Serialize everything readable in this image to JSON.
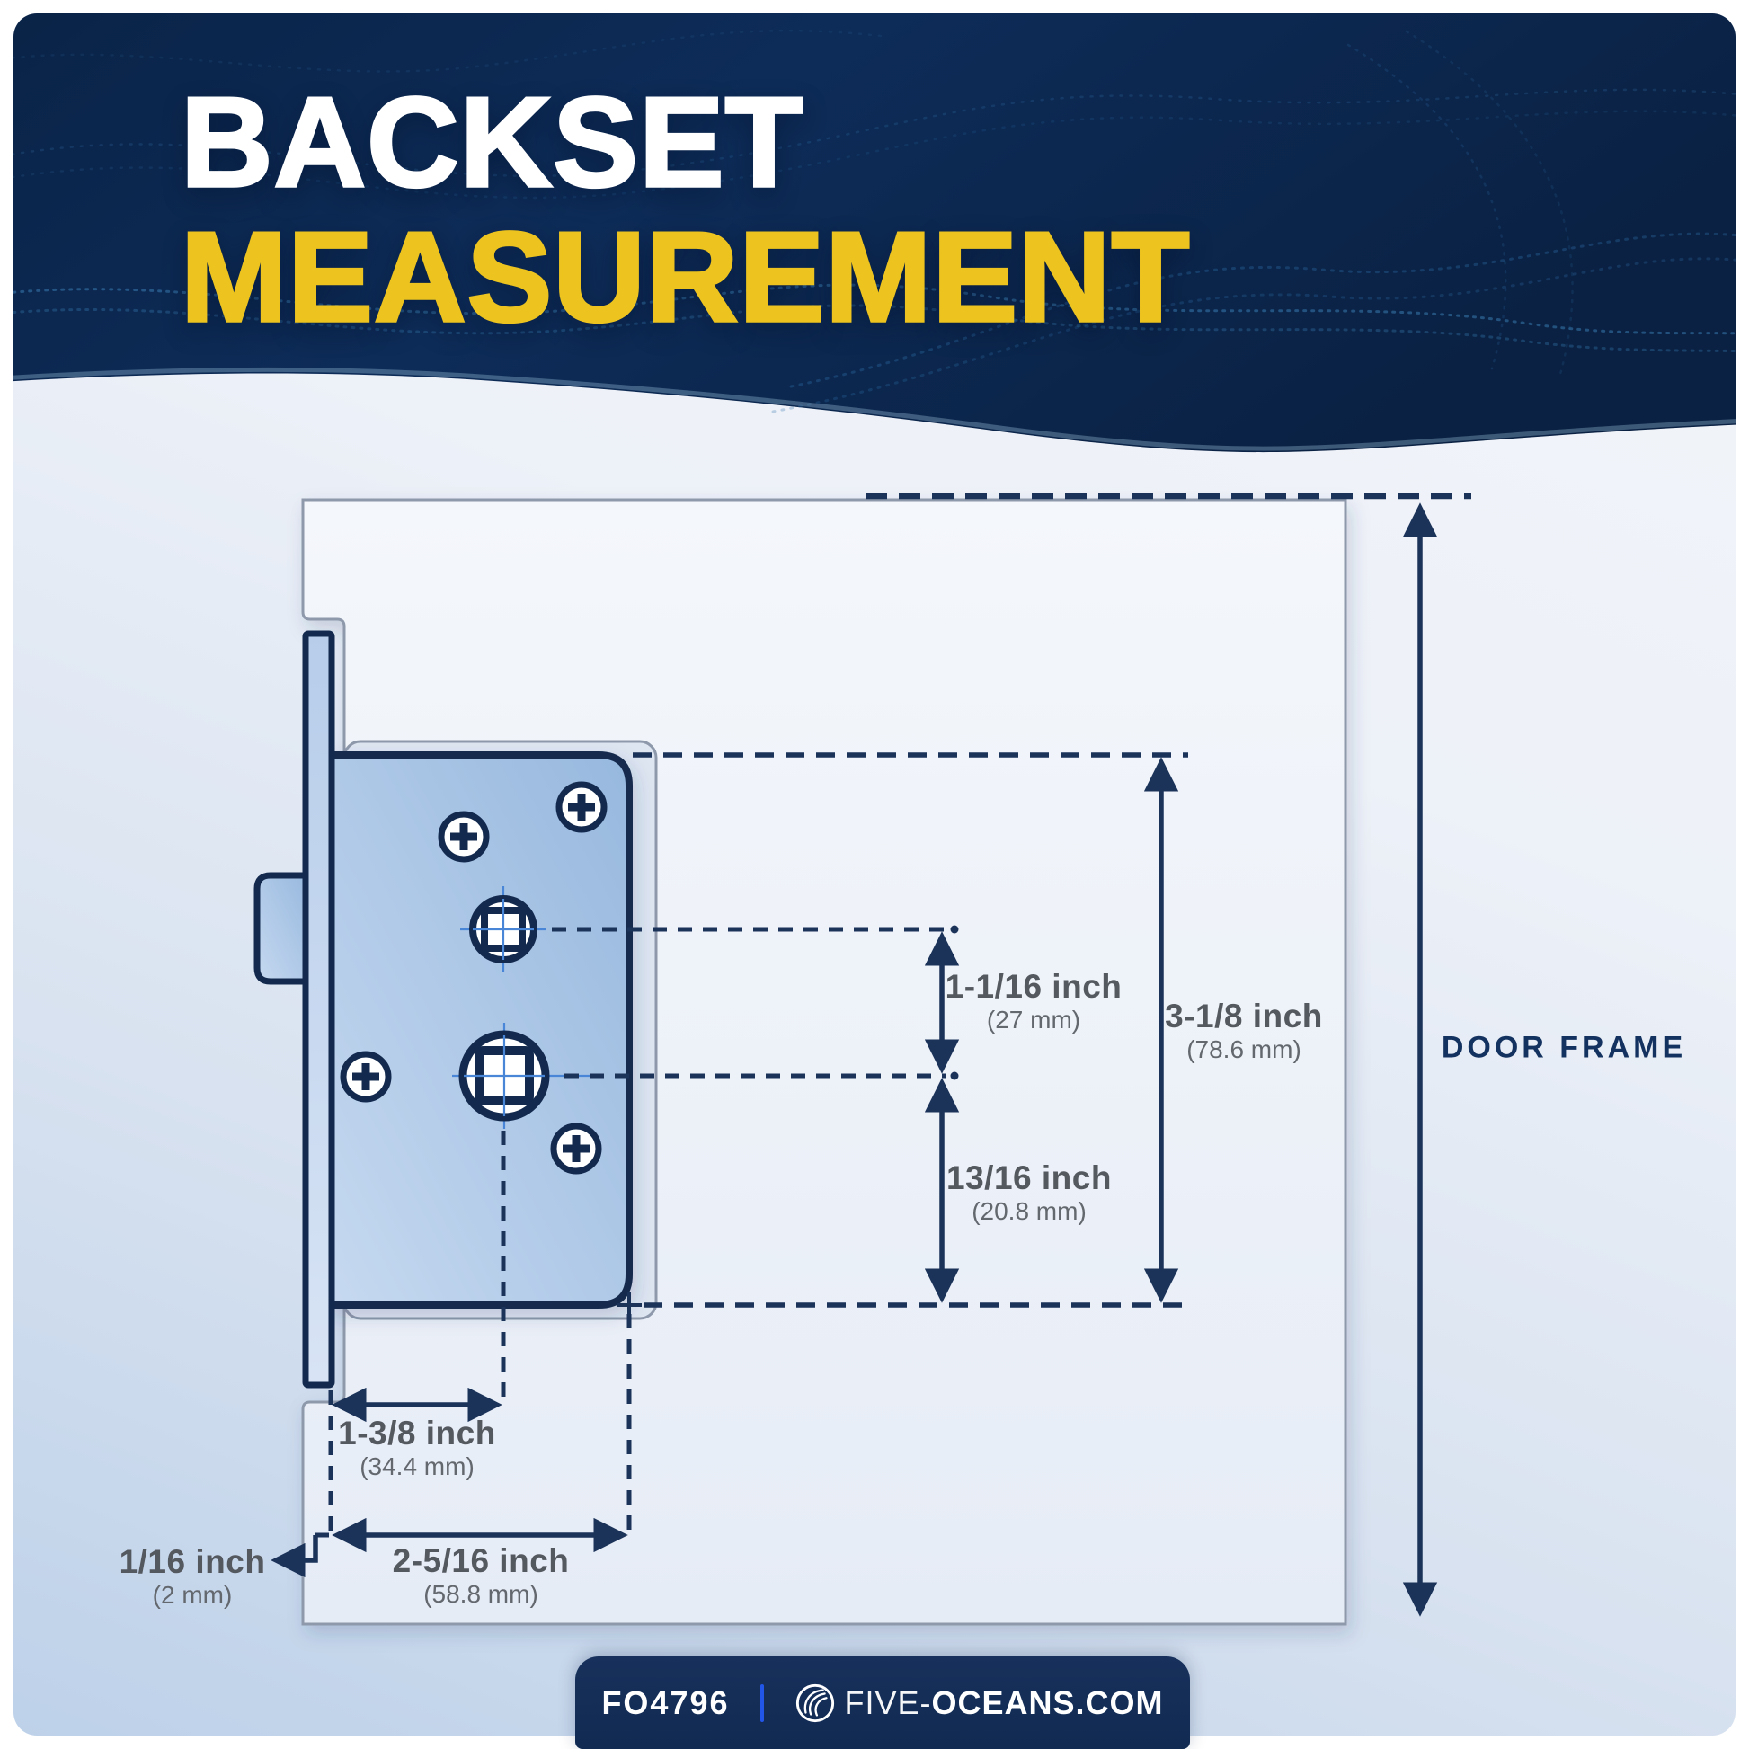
{
  "title": {
    "line1": "BACKSET",
    "line2": "MEASUREMENT"
  },
  "diagram": {
    "door_frame_label": "DOOR FRAME",
    "measurements": {
      "spindle_spacing": {
        "inch": "1-1/16 inch",
        "mm": "(27 mm)"
      },
      "body_height": {
        "inch": "3-1/8 inch",
        "mm": "(78.6 mm)"
      },
      "lower_spacing": {
        "inch": "13/16 inch",
        "mm": "(20.8 mm)"
      },
      "backset": {
        "inch": "1-3/8 inch",
        "mm": "(34.4 mm)"
      },
      "body_depth": {
        "inch": "2-5/16 inch",
        "mm": "(58.8 mm)"
      },
      "faceplate_offset": {
        "inch": "1/16 inch",
        "mm": "(2 mm)"
      }
    }
  },
  "footer": {
    "sku": "FO4796",
    "brand_prefix": "FIVE-",
    "brand_suffix": "OCEANS.COM"
  },
  "colors": {
    "header_navy": "#0c2850",
    "accent_yellow": "#edc41f",
    "line_navy": "#1b3259",
    "lock_blue": "#a3c0e2",
    "label_gray": "#54585f"
  }
}
